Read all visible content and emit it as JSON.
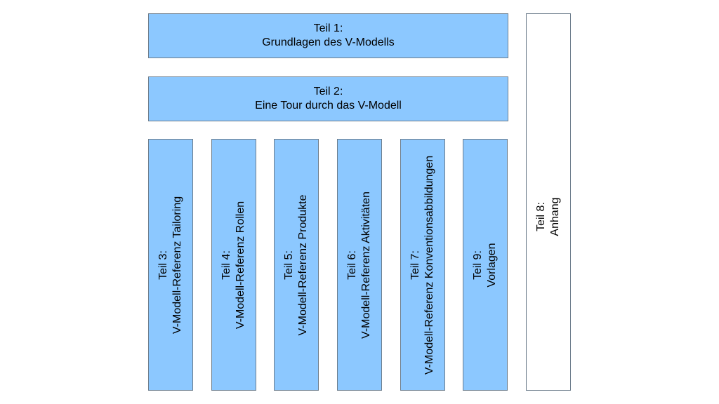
{
  "diagram": {
    "teil1": {
      "line1": "Teil 1:",
      "line2": "Grundlagen des V-Modells"
    },
    "teil2": {
      "line1": "Teil 2:",
      "line2": "Eine Tour durch das V-Modell"
    },
    "teil3": {
      "line1": "Teil 3:",
      "line2": "V-Modell-Referenz Tailoring"
    },
    "teil4": {
      "line1": "Teil 4:",
      "line2": "V-Modell-Referenz Rollen"
    },
    "teil5": {
      "line1": "Teil 5:",
      "line2": "V-Modell-Referenz Produkte"
    },
    "teil6": {
      "line1": "Teil 6:",
      "line2": "V-Modell-Referenz Aktivitäten"
    },
    "teil7": {
      "line1": "Teil 7:",
      "line2": "V-Modell-Referenz Konventionsabbildungen"
    },
    "teil9": {
      "line1": "Teil 9:",
      "line2": "Vorlagen"
    },
    "teil8": {
      "line1": "Teil 8:",
      "line2": "Anhang"
    }
  },
  "colors": {
    "box_fill": "#8cc8ff",
    "box_border": "#6d7d8c",
    "appendix_fill": "#ffffff"
  }
}
